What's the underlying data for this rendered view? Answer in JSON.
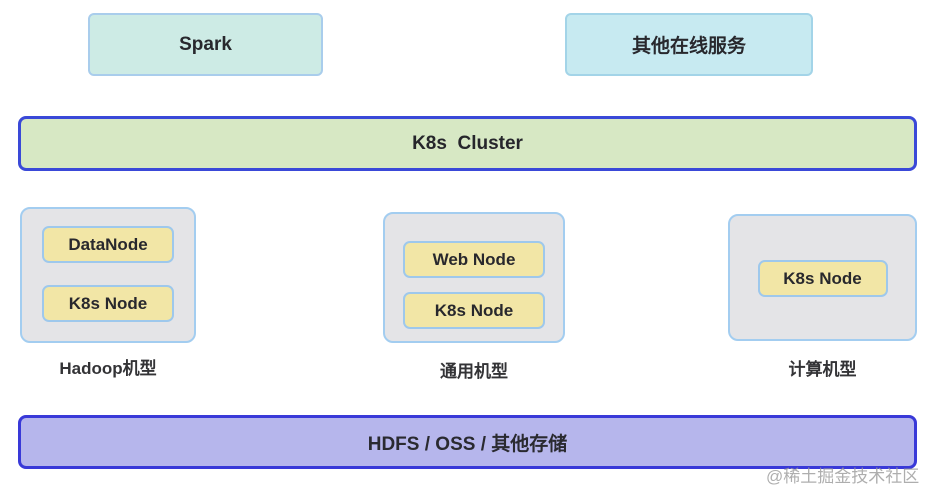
{
  "page": {
    "background": "#ffffff",
    "type": "k8s-architecture-diagram"
  },
  "top_services": [
    {
      "id": "spark",
      "label": "Spark",
      "fill": "#cdebe5",
      "border": "#a9cdec"
    },
    {
      "id": "other-online-services",
      "label": "其他在线服务",
      "fill": "#c7eaf1",
      "border": "#a3d4e8"
    }
  ],
  "cluster_bar": {
    "label": "K8s  Cluster",
    "fill": "#d7e8c4",
    "border": "#3a49d8"
  },
  "machine_groups": [
    {
      "id": "hadoop",
      "label": "Hadoop机型",
      "nodes": [
        "DataNode",
        "K8s Node"
      ],
      "fill": "#e4e4e7",
      "border": "#a3cdf0"
    },
    {
      "id": "general",
      "label": "通用机型",
      "nodes": [
        "Web Node",
        "K8s Node"
      ],
      "fill": "#e4e4e7",
      "border": "#a3cdf0"
    },
    {
      "id": "compute",
      "label": "计算机型",
      "nodes": [
        "K8s Node"
      ],
      "fill": "#e4e4e7",
      "border": "#a3cdf0"
    }
  ],
  "node_box_style": {
    "fill": "#f2e6a6",
    "border": "#9ec8ec"
  },
  "storage_bar": {
    "label": "HDFS / OSS / 其他存储",
    "fill": "#b6b6ec",
    "border": "#3939d8"
  },
  "watermark": {
    "text": "@稀土掘金技术社区",
    "color": "#9a9a9a"
  }
}
